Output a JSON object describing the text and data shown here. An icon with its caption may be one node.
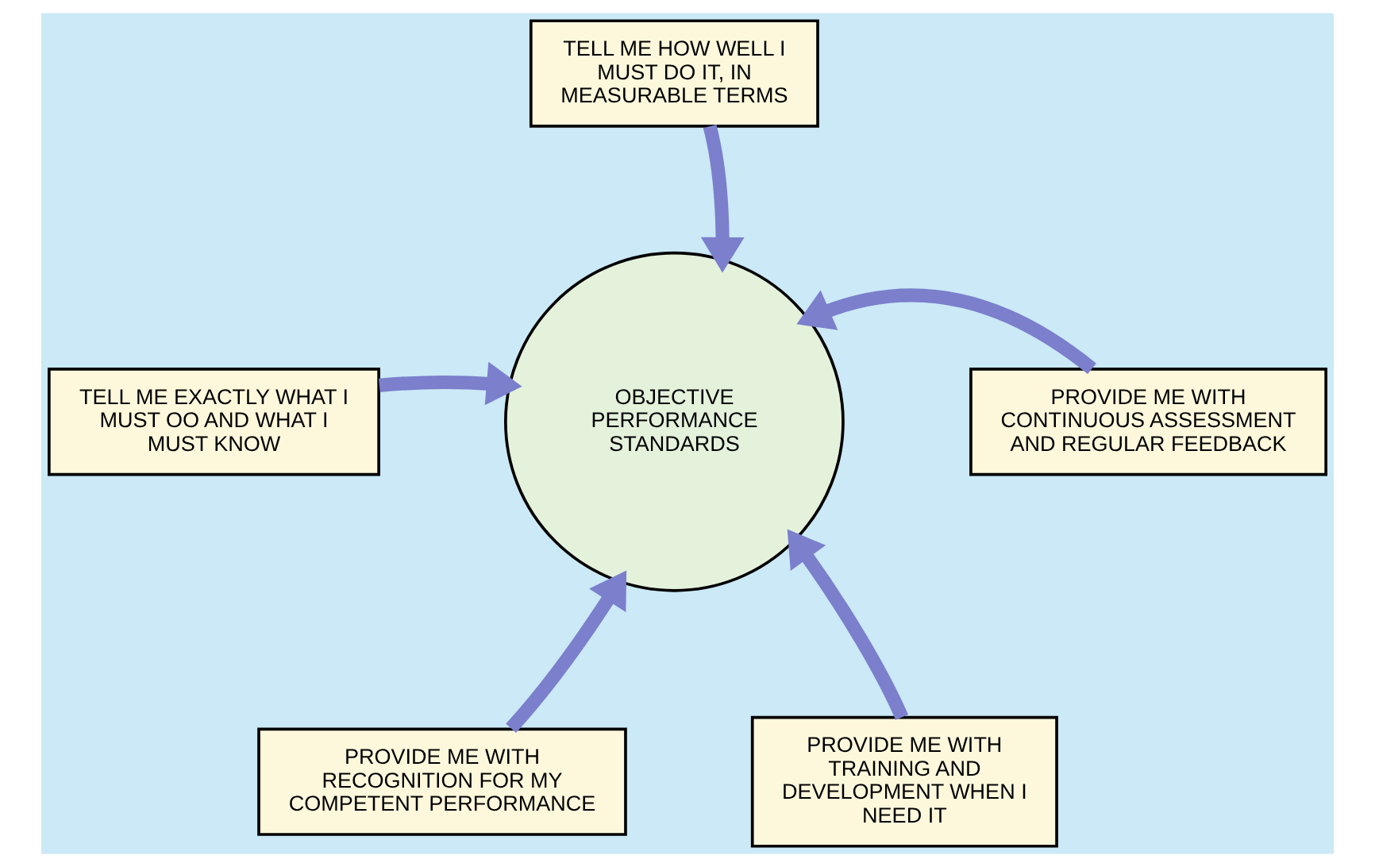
{
  "diagram": {
    "nodes": [
      {
        "text": [
          "TELL ME HOW WELL I MUST DO IT, IN MEASURABLE TERMS"
        ]
      },
      {
        "text": [
          "TELL ME EXACTLY WHAT I MUST OO AND WHAT I MUST KNOW"
        ]
      },
      {
        "text": [
          "PROVIDE ME WITH CONTINUOUS ASSESSMENT AND REGULAR FEEDBACK"
        ]
      },
      {
        "text": [
          "OBJECTIVE PERFORMANCE STANDARDS"
        ]
      },
      {
        "text": [
          "PROVIDE ME WITH RECOGNITION FOR MY COMPETENT PERFORMANCE"
        ]
      },
      {
        "text": [
          "PROVIDE ME WITH TRAINING AND DEVELOPMENT WHEN I NEED IT"
        ]
      }
    ],
    "edges": [
      {
        "from": 0,
        "to": 3,
        "arrow": "to"
      },
      {
        "from": 1,
        "to": 3,
        "arrow": "to"
      },
      {
        "from": 2,
        "to": 3,
        "arrow": "to"
      },
      {
        "from": 4,
        "to": 3,
        "arrow": "to"
      },
      {
        "from": 5,
        "to": 3,
        "arrow": "to"
      }
    ]
  }
}
